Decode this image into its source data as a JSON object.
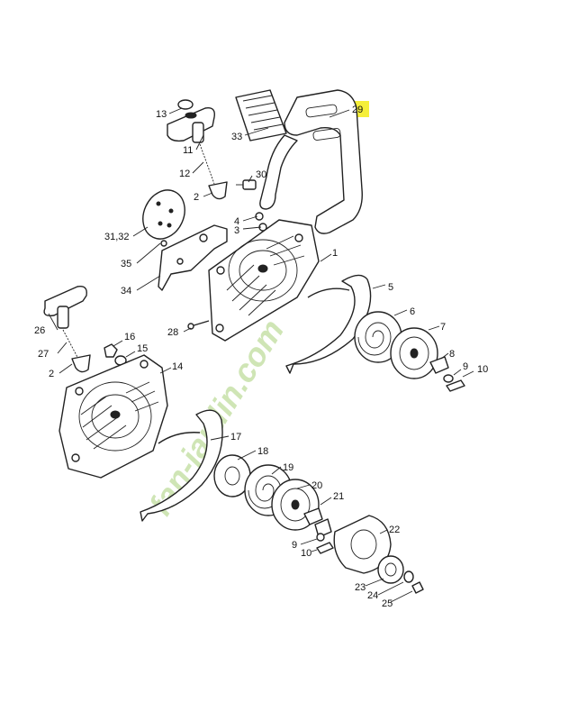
{
  "highlight_color": "#f5ef3a",
  "watermark": {
    "text": "fan-jardin.com",
    "color_main": "#a8d07a",
    "color_accent": "#f0a020"
  },
  "parts": [
    {
      "id": "p29",
      "text": "29"
    },
    {
      "id": "p13",
      "text": "13"
    },
    {
      "id": "p33",
      "text": "33"
    },
    {
      "id": "p11",
      "text": "11"
    },
    {
      "id": "p12",
      "text": "12"
    },
    {
      "id": "p30",
      "text": "30"
    },
    {
      "id": "p2a",
      "text": "2"
    },
    {
      "id": "p4",
      "text": "4"
    },
    {
      "id": "p3",
      "text": "3"
    },
    {
      "id": "p3132",
      "text": "31,32"
    },
    {
      "id": "p35",
      "text": "35"
    },
    {
      "id": "p1",
      "text": "1"
    },
    {
      "id": "p34",
      "text": "34"
    },
    {
      "id": "p5",
      "text": "5"
    },
    {
      "id": "p6",
      "text": "6"
    },
    {
      "id": "p26",
      "text": "26"
    },
    {
      "id": "p28",
      "text": "28"
    },
    {
      "id": "p7",
      "text": "7"
    },
    {
      "id": "p16",
      "text": "16"
    },
    {
      "id": "p27",
      "text": "27"
    },
    {
      "id": "p15",
      "text": "15"
    },
    {
      "id": "p8",
      "text": "8"
    },
    {
      "id": "p9a",
      "text": "9"
    },
    {
      "id": "p10a",
      "text": "10"
    },
    {
      "id": "p2b",
      "text": "2"
    },
    {
      "id": "p14",
      "text": "14"
    },
    {
      "id": "p17",
      "text": "17"
    },
    {
      "id": "p18",
      "text": "18"
    },
    {
      "id": "p19",
      "text": "19"
    },
    {
      "id": "p20",
      "text": "20"
    },
    {
      "id": "p21",
      "text": "21"
    },
    {
      "id": "p22",
      "text": "22"
    },
    {
      "id": "p9b",
      "text": "9"
    },
    {
      "id": "p10b",
      "text": "10"
    },
    {
      "id": "p23",
      "text": "23"
    },
    {
      "id": "p24",
      "text": "24"
    },
    {
      "id": "p25",
      "text": "25"
    }
  ]
}
